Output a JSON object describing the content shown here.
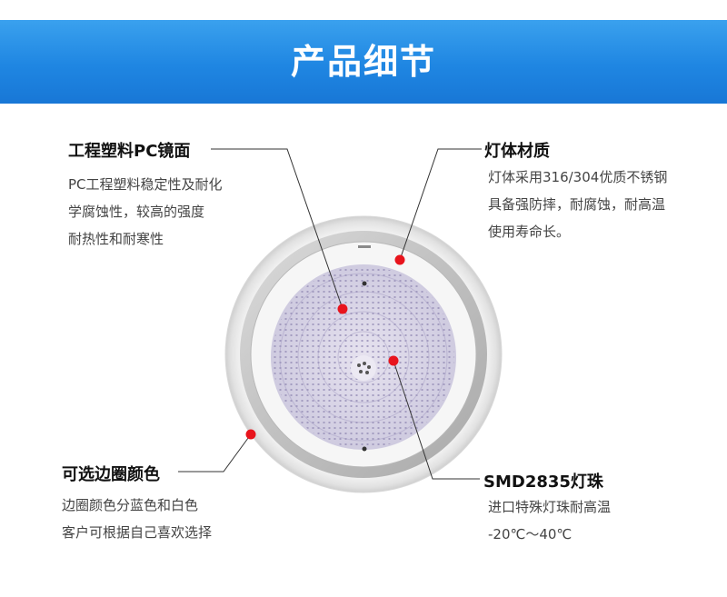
{
  "header": {
    "title": "产品细节"
  },
  "callouts": {
    "lens": {
      "title": "工程塑料PC镜面",
      "desc": [
        "PC工程塑料稳定性及耐化",
        "学腐蚀性，较高的强度",
        "耐热性和耐寒性"
      ]
    },
    "body": {
      "title": "灯体材质",
      "desc": [
        "灯体采用316/304优质不锈钢",
        "具备强防摔，耐腐蚀，耐高温",
        "使用寿命长。"
      ]
    },
    "ring": {
      "title": "可选边圈颜色",
      "desc": [
        "边圈颜色分蓝色和白色",
        "客户可根据自己喜欢选择"
      ]
    },
    "led": {
      "title": "SMD2835灯珠",
      "desc": [
        "进口特殊灯珠耐高温",
        "-20℃～40℃"
      ]
    }
  },
  "colors": {
    "banner": "#1f86e2",
    "marker": "#e8141c",
    "leader_line": "#333333"
  }
}
